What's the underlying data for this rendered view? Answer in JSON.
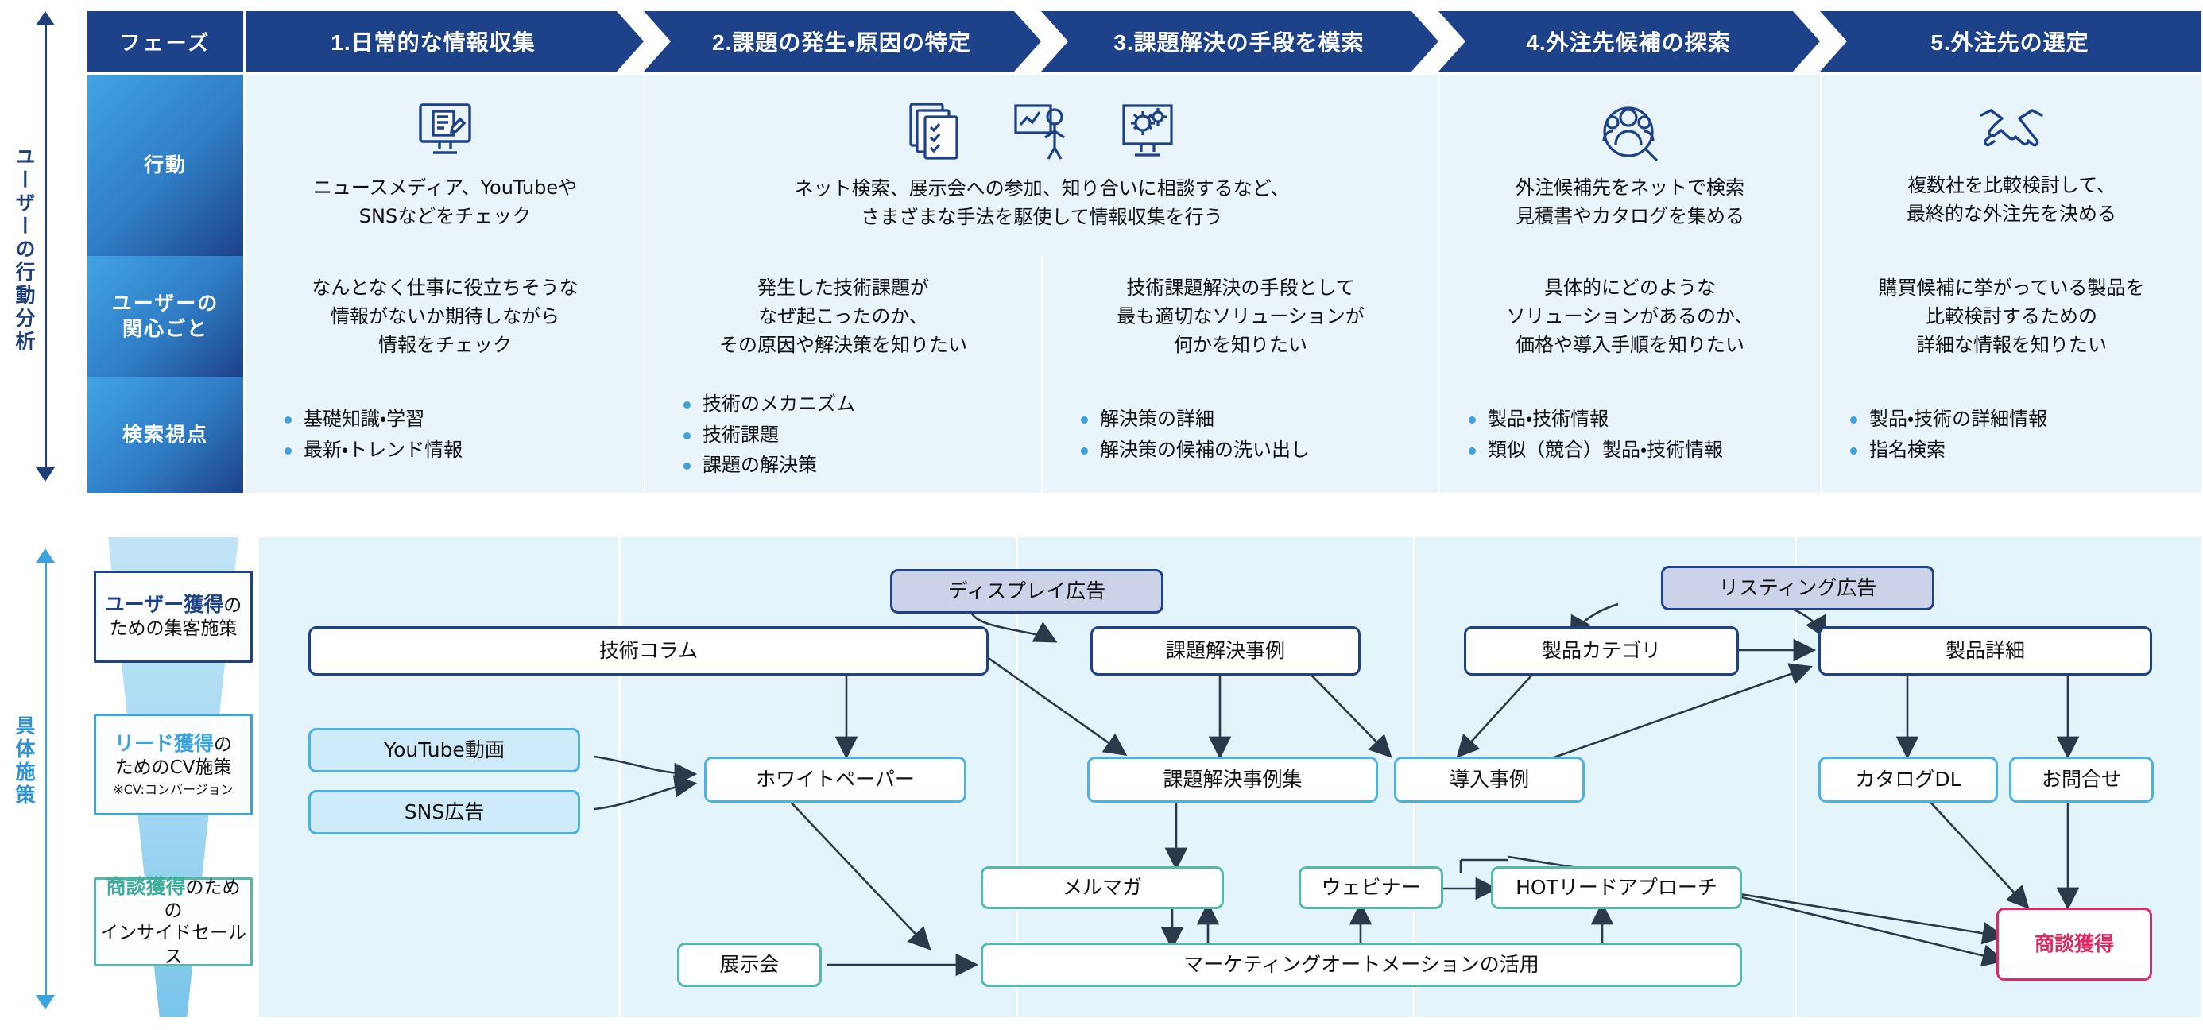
{
  "axes": {
    "top": {
      "label": "ユーザーの行動分析"
    },
    "bottom": {
      "label": "具体施策"
    }
  },
  "analysis": {
    "phase_header_label": "フェーズ",
    "phases": [
      "1.日常的な情報収集",
      "2.課題の発生・原因の特定",
      "3.課題解決の手段を模索",
      "4.外注先候補の探索",
      "5.外注先の選定"
    ],
    "rows": [
      {
        "label": "行動",
        "cells": [
          "ニュースメディア、YouTubeや\nSNSなどをチェック",
          "ネット検索、展示会への参加、知り合いに相談するなど、\nさまざまな手法を駆使して情報収集を行う",
          "",
          "外注候補先をネットで検索\n見積書やカタログを集める",
          "複数社を比較検討して、\n最終的な外注先を決める"
        ],
        "icons": [
          [
            "monitor-document-icon"
          ],
          [
            "documents-checklist-icon",
            "presenter-chart-icon",
            "monitor-gears-icon"
          ],
          [],
          [
            "people-search-icon"
          ],
          [
            "handshake-icon"
          ]
        ]
      },
      {
        "label": "ユーザーの\n関心ごと",
        "cells": [
          "なんとなく仕事に役立ちそうな\n情報がないか期待しながら\n情報をチェック",
          "発生した技術課題が\nなぜ起こったのか、\nその原因や解決策を知りたい",
          "技術課題解決の手段として\n最も適切なソリューションが\n何かを知りたい",
          "具体的にどのような\nソリューションがあるのか、\n価格や導入手順を知りたい",
          "購買候補に挙がっている製品を\n比較検討するための\n詳細な情報を知りたい"
        ]
      },
      {
        "label": "検索視点",
        "bullets": [
          [
            "基礎知識・学習",
            "最新・トレンド情報"
          ],
          [
            "技術のメカニズム",
            "技術課題",
            "課題の解決策"
          ],
          [
            "解決策の詳細",
            "解決策の候補の洗い出し"
          ],
          [
            "製品・技術情報",
            "類似（競合）製品・技術情報"
          ],
          [
            "製品・技術の詳細情報",
            "指名検索"
          ]
        ]
      }
    ]
  },
  "tactics": {
    "funnel": [
      {
        "strong": "ユーザー獲得",
        "suffix": "の",
        "line2": "ための集客施策",
        "note": "",
        "tone": "navy"
      },
      {
        "strong": "リード獲得",
        "suffix": "の",
        "line2": "ためのCV施策",
        "note": "※CV:コンバージョン",
        "tone": "blue"
      },
      {
        "strong": "商談獲得",
        "suffix": "のための",
        "line2": "インサイドセールス",
        "note": "",
        "tone": "teal"
      }
    ],
    "nodes": [
      {
        "id": "display-ad",
        "label": "ディスプレイ広告",
        "tone": "adv"
      },
      {
        "id": "listing-ad",
        "label": "リスティング広告",
        "tone": "adv"
      },
      {
        "id": "tech-column",
        "label": "技術コラム",
        "tone": "navy"
      },
      {
        "id": "case-study",
        "label": "課題解決事例",
        "tone": "navy"
      },
      {
        "id": "product-cat",
        "label": "製品カテゴリ",
        "tone": "navy"
      },
      {
        "id": "product-detail",
        "label": "製品詳細",
        "tone": "navy"
      },
      {
        "id": "youtube",
        "label": "YouTube動画",
        "tone": "fillblue"
      },
      {
        "id": "sns-ad",
        "label": "SNS広告",
        "tone": "fillblue"
      },
      {
        "id": "whitepaper",
        "label": "ホワイトペーパー",
        "tone": "blue"
      },
      {
        "id": "case-collection",
        "label": "課題解決事例集",
        "tone": "blue"
      },
      {
        "id": "intro-case",
        "label": "導入事例",
        "tone": "blue"
      },
      {
        "id": "catalog-dl",
        "label": "カタログDL",
        "tone": "blue"
      },
      {
        "id": "contact",
        "label": "お問合せ",
        "tone": "blue"
      },
      {
        "id": "mailmaga",
        "label": "メルマガ",
        "tone": "teal"
      },
      {
        "id": "webinar",
        "label": "ウェビナー",
        "tone": "teal"
      },
      {
        "id": "hot-lead",
        "label": "HOTリードアプローチ",
        "tone": "teal"
      },
      {
        "id": "exhibition",
        "label": "展示会",
        "tone": "teal"
      },
      {
        "id": "ma",
        "label": "マーケティングオートメーションの活用",
        "tone": "teal"
      },
      {
        "id": "deal",
        "label": "商談獲得",
        "tone": "pink"
      }
    ]
  },
  "colors": {
    "navy": "#1d4289",
    "blue": "#4cb2e4",
    "teal": "#55b8a8",
    "pink": "#dd2a63",
    "panel": "#e4f4fb",
    "cell": "#e9f4fb"
  }
}
